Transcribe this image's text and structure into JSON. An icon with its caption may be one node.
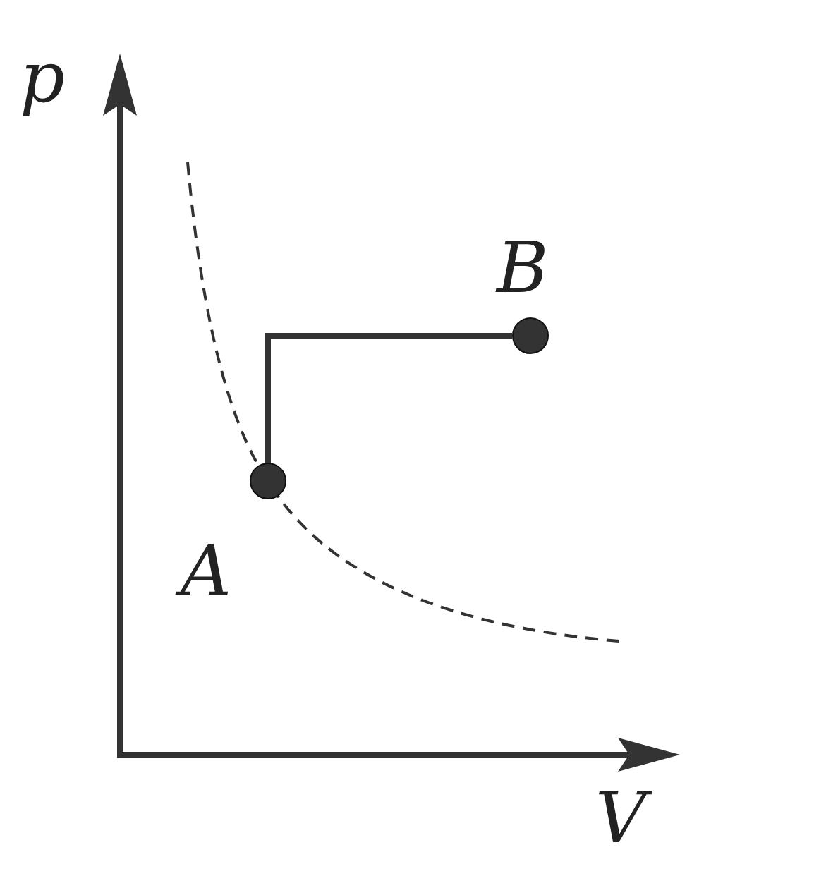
{
  "diagram": {
    "nodes": [
      {
        "text": [],
        "shape": "circle",
        "beside": [
          "A"
        ]
      },
      {
        "text": [],
        "shape": "circle",
        "beside": [
          "B"
        ]
      }
    ],
    "edges": [
      {
        "from": 0,
        "to": 1,
        "arrow": "none"
      }
    ],
    "labels": [
      "p",
      "V"
    ]
  }
}
